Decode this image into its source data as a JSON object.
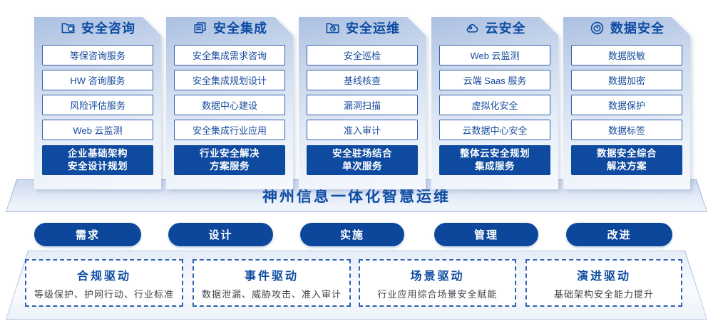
{
  "colors": {
    "primary_blue": "#0d4ca3",
    "box_border_blue": "#3160ae",
    "cta_bg": "#0e4a9f",
    "pill_bg": "#0d479c",
    "driver_desc_text": "#3e4348",
    "card_gradient_top": "#acc0e2",
    "card_gradient_bottom": "#f6f9fd"
  },
  "columns": [
    {
      "title": "安全咨询",
      "icon": "folder-shield-icon",
      "items": [
        "等保咨询服务",
        "HW 咨询服务",
        "风险评估服务",
        "Web 云监测"
      ],
      "cta": [
        "企业基础架构",
        "安全设计规划"
      ]
    },
    {
      "title": "安全集成",
      "icon": "documents-copy-icon",
      "items": [
        "安全集成需求咨询",
        "安全集成规划设计",
        "数据中心建设",
        "安全集成行业应用"
      ],
      "cta": [
        "行业安全解决",
        "方案服务"
      ]
    },
    {
      "title": "安全运维",
      "icon": "folder-clock-icon",
      "items": [
        "安全巡检",
        "基线核查",
        "漏洞扫描",
        "准入审计"
      ],
      "cta": [
        "安全驻场结合",
        "单次服务"
      ]
    },
    {
      "title": "云安全",
      "icon": "cloud-icon",
      "items": [
        "Web 云监测",
        "云端 Saas 服务",
        "虚拟化安全",
        "云数据中心安全"
      ],
      "cta": [
        "整体云安全规划",
        "集成服务"
      ]
    },
    {
      "title": "数据安全",
      "icon": "fingerprint-icon",
      "items": [
        "数据脱敏",
        "数据加密",
        "数据保护",
        "数据标签"
      ],
      "cta": [
        "数据安全综合",
        "解决方案"
      ]
    }
  ],
  "banner": {
    "title": "神州信息一体化智慧运维"
  },
  "process": {
    "steps": [
      "需求",
      "设计",
      "实施",
      "管理",
      "改进"
    ]
  },
  "drivers": [
    {
      "title": "合规驱动",
      "desc": "等级保护、护网行动、行业标准"
    },
    {
      "title": "事件驱动",
      "desc": "数据泄漏、威胁攻击、准入审计"
    },
    {
      "title": "场景驱动",
      "desc": "行业应用综合场景安全赋能"
    },
    {
      "title": "演进驱动",
      "desc": "基础架构安全能力提升"
    }
  ]
}
